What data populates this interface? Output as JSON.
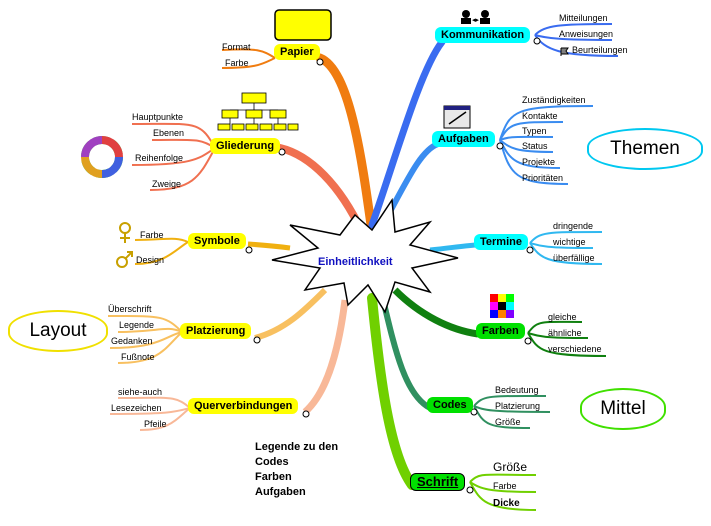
{
  "center": {
    "label": "Einheitlichkeit"
  },
  "branches": {
    "papier": {
      "label": "Papier",
      "children": [
        "Format",
        "Farbe"
      ]
    },
    "gliederung": {
      "label": "Gliederung",
      "children": [
        "Hauptpunkte",
        "Ebenen",
        "Reihenfolge",
        "Zweige"
      ]
    },
    "symbole": {
      "label": "Symbole",
      "children": [
        "Farbe",
        "Design"
      ]
    },
    "platzierung": {
      "label": "Platzierung",
      "children": [
        "Überschrift",
        "Legende",
        "Gedanken",
        "Fußnote"
      ]
    },
    "querverbindungen": {
      "label": "Querverbindungen",
      "children": [
        "siehe-auch",
        "Lesezeichen",
        "Pfeile"
      ]
    },
    "kommunikation": {
      "label": "Kommunikation",
      "children": [
        "Mitteilungen",
        "Anweisungen",
        "Beurteilungen"
      ]
    },
    "aufgaben": {
      "label": "Aufgaben",
      "children": [
        "Zuständigkeiten",
        "Kontakte",
        "Typen",
        "Status",
        "Projekte",
        "Prioritäten"
      ]
    },
    "termine": {
      "label": "Termine",
      "children": [
        "dringende",
        "wichtige",
        "überfällige"
      ]
    },
    "farben": {
      "label": "Farben",
      "children": [
        "gleiche",
        "ähnliche",
        "verschiedene"
      ]
    },
    "codes": {
      "label": "Codes",
      "children": [
        "Bedeutung",
        "Platzierung",
        "Größe"
      ]
    },
    "schrift": {
      "label": "Schrift",
      "children": [
        "Größe",
        "Farbe",
        "Dicke"
      ]
    }
  },
  "clouds": {
    "themen": "Themen",
    "layout": "Layout",
    "mittel": "Mittel"
  },
  "legend": [
    "Legende zu den",
    "Codes",
    "Farben",
    "Aufgaben"
  ],
  "colors": {
    "papier": "#f07c10",
    "gliederung": "#f07050",
    "symbole": "#f0b010",
    "platzierung": "#f8c060",
    "querverbindungen": "#f8b898",
    "kommunikation": "#3a6cf0",
    "aufgaben": "#3a8cf0",
    "termine": "#30b8f0",
    "farben": "#108010",
    "codes": "#309060",
    "schrift": "#70d000",
    "yellow_box": "#ffff00",
    "cyan_box": "#00ffff",
    "green_box": "#00e000"
  },
  "icons": [
    "org-chart-icon",
    "color-wheel-icon",
    "female-symbol-icon",
    "male-symbol-icon",
    "people-icon",
    "task-window-icon",
    "color-grid-icon",
    "flag-icon"
  ]
}
